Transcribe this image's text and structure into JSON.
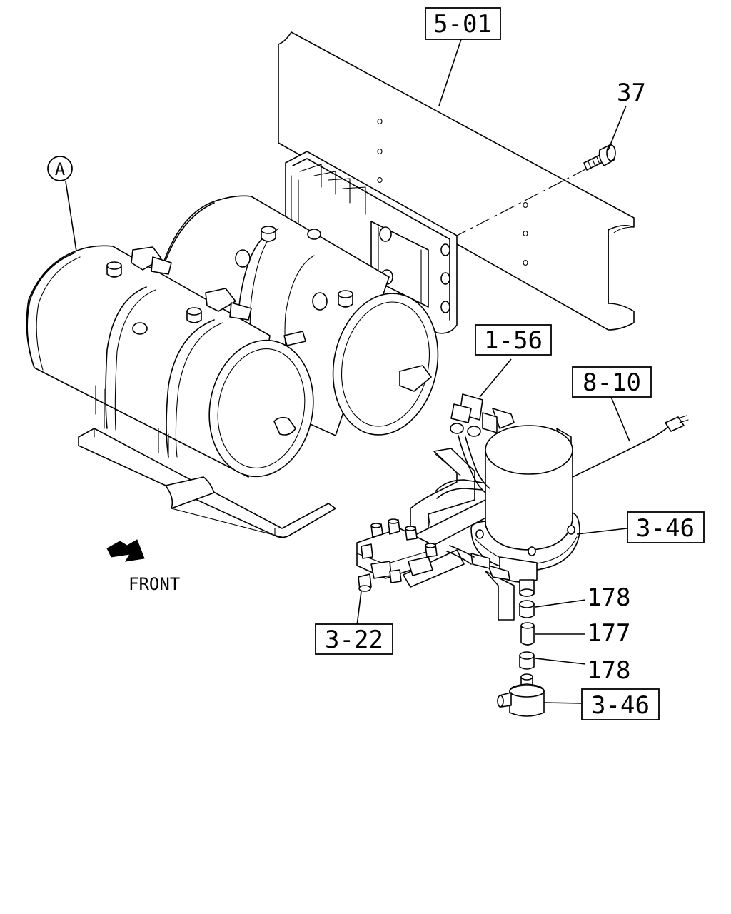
{
  "diagram": {
    "labels": {
      "frame_ref": "5-01",
      "bolt": "37",
      "callout_a": "A",
      "valve_ref": "1-56",
      "harness_ref": "8-10",
      "dryer_ref_top": "3-46",
      "protection_valve_ref": "3-22",
      "clip_upper": "178",
      "hose": "177",
      "clip_lower": "178",
      "dryer_ref_bottom": "3-46",
      "direction": "FRONT"
    }
  }
}
